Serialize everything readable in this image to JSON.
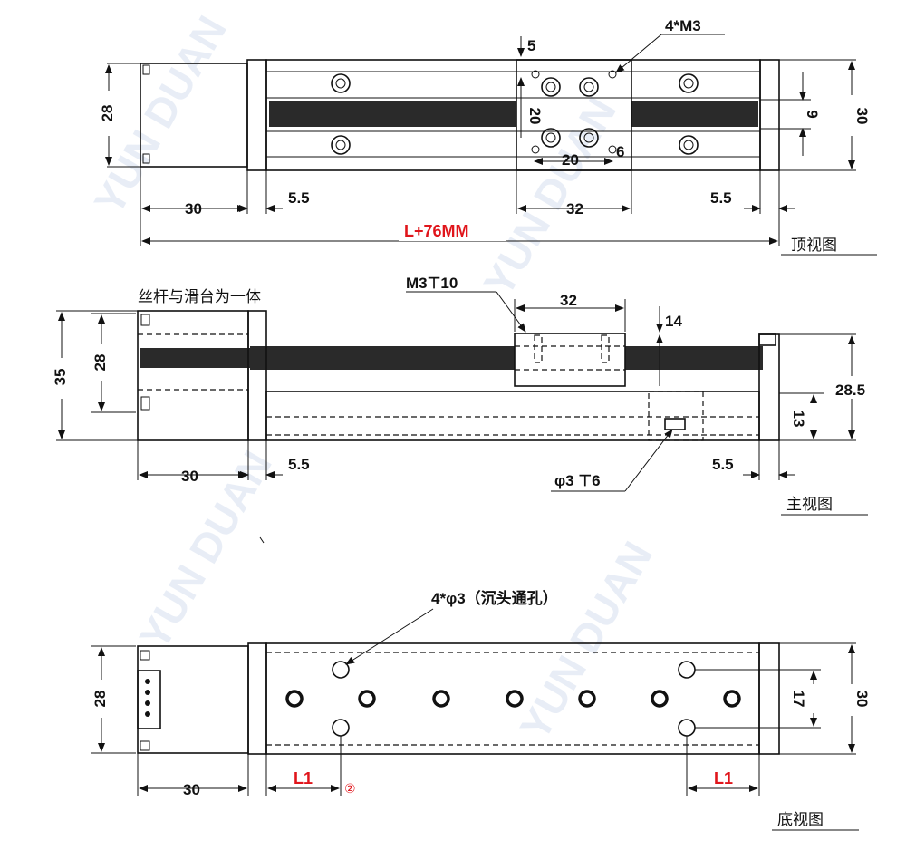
{
  "top_view": {
    "view_label": "顶视图",
    "label_hole_m3": "4*M3",
    "dim_5": "5",
    "dim_20_vert": "20",
    "dim_20_horiz": "20",
    "dim_6": "6",
    "dim_28": "28",
    "dim_30_right": "30",
    "dim_9": "9",
    "dim_30_left": "30",
    "dim_5_5_left": "5.5",
    "dim_32": "32",
    "dim_5_5_right": "5.5",
    "total_length": "L+76MM"
  },
  "front_view": {
    "view_label": "主视图",
    "note": "丝杆与滑台为一体",
    "label_m3": "M3⊤10",
    "dim_32": "32",
    "dim_14": "14",
    "dim_35": "35",
    "dim_28": "28",
    "dim_28_5": "28.5",
    "dim_13": "13",
    "dim_30": "30",
    "dim_5_5_left": "5.5",
    "dim_5_5_right": "5.5",
    "label_phi3": "φ3 ⊤6"
  },
  "bottom_view": {
    "view_label": "底视图",
    "label_holes": "4*φ3（沉头通孔）",
    "dim_28": "28",
    "dim_17": "17",
    "dim_30_right": "30",
    "dim_30_left": "30",
    "l1_left": "L1",
    "l1_right": "L1",
    "circled_2": "②"
  },
  "watermark": "YUN DUAN"
}
